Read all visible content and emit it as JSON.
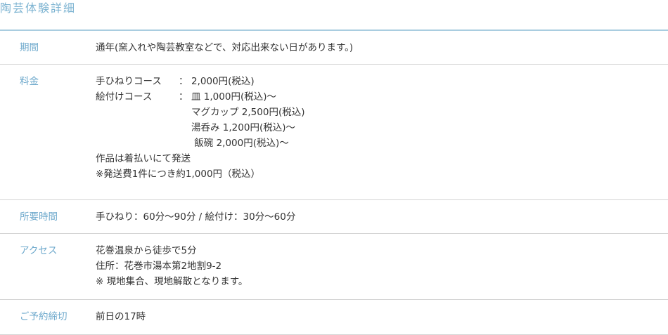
{
  "title": "陶芸体験詳細",
  "rows": {
    "period": {
      "label": "期間",
      "text": "通年(窯入れや陶芸教室などで、対応出来ない日があります。)"
    },
    "fee": {
      "label": "料金",
      "course1": {
        "name": "手ひねりコース",
        "sep": "：",
        "price": "2,000円(税込)"
      },
      "course2": {
        "name": "絵付けコース",
        "sep": "：",
        "items": [
          "皿 1,000円(税込)〜",
          "マグカップ 2,500円(税込)",
          "湯呑み 1,200円(税込)〜",
          " 飯碗 2,000円(税込)〜"
        ]
      },
      "note1": "作品は着払いにて発送",
      "note2": "※発送費1件につき約1,000円（税込）"
    },
    "duration": {
      "label": "所要時間",
      "text": "手ひねり：60分〜90分 / 絵付け：30分〜60分"
    },
    "access": {
      "label": "アクセス",
      "lines": [
        "花巻温泉から徒歩で5分",
        "住所：花巻市湯本第2地割9-2",
        "※ 現地集合、現地解散となります。"
      ]
    },
    "deadline": {
      "label": "ご予約締切",
      "text": "前日の17時"
    }
  }
}
